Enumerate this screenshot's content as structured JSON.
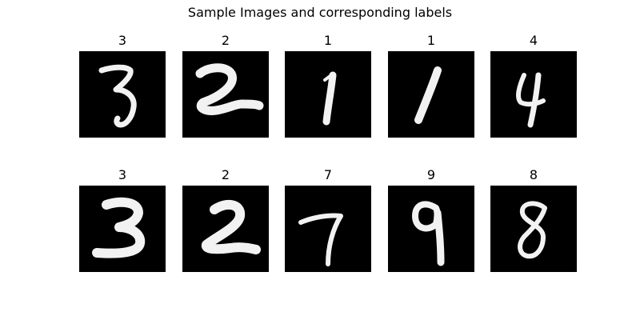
{
  "figure": {
    "title": "Sample Images and corresponding labels"
  },
  "samples": [
    {
      "label": "3",
      "digit": "3"
    },
    {
      "label": "2",
      "digit": "2"
    },
    {
      "label": "1",
      "digit": "1"
    },
    {
      "label": "1",
      "digit": "1"
    },
    {
      "label": "4",
      "digit": "4"
    },
    {
      "label": "3",
      "digit": "3"
    },
    {
      "label": "2",
      "digit": "2"
    },
    {
      "label": "7",
      "digit": "7"
    },
    {
      "label": "9",
      "digit": "9"
    },
    {
      "label": "8",
      "digit": "8"
    }
  ]
}
